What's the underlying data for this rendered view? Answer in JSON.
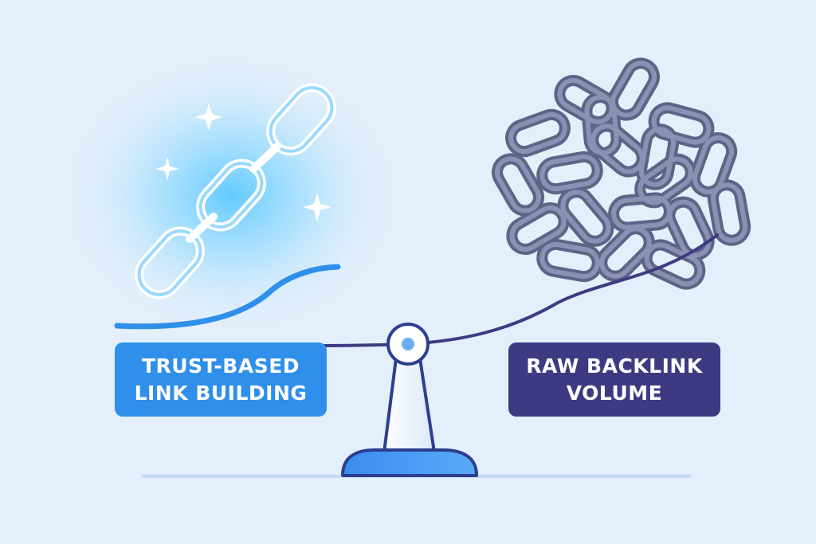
{
  "left_label": {
    "lines": [
      "TRUST-BASED",
      "LINK BUILDING"
    ],
    "color": "#2f8fea"
  },
  "right_label": {
    "lines": [
      "RAW BACKLINK",
      "VOLUME"
    ],
    "color": "#3e3a82"
  },
  "icons": {
    "left": "glowing-chain-icon",
    "right": "tangled-chain-pile-icon",
    "center": "balance-scale-icon",
    "sparkles": "sparkle-icon"
  },
  "colors": {
    "background": "#e3effb",
    "glow": "#7fd3ff",
    "chain_right": "#7d84a6",
    "beam_left": "#2f8fea",
    "beam_right": "#3e3a82",
    "base": "#3b8cf0"
  }
}
